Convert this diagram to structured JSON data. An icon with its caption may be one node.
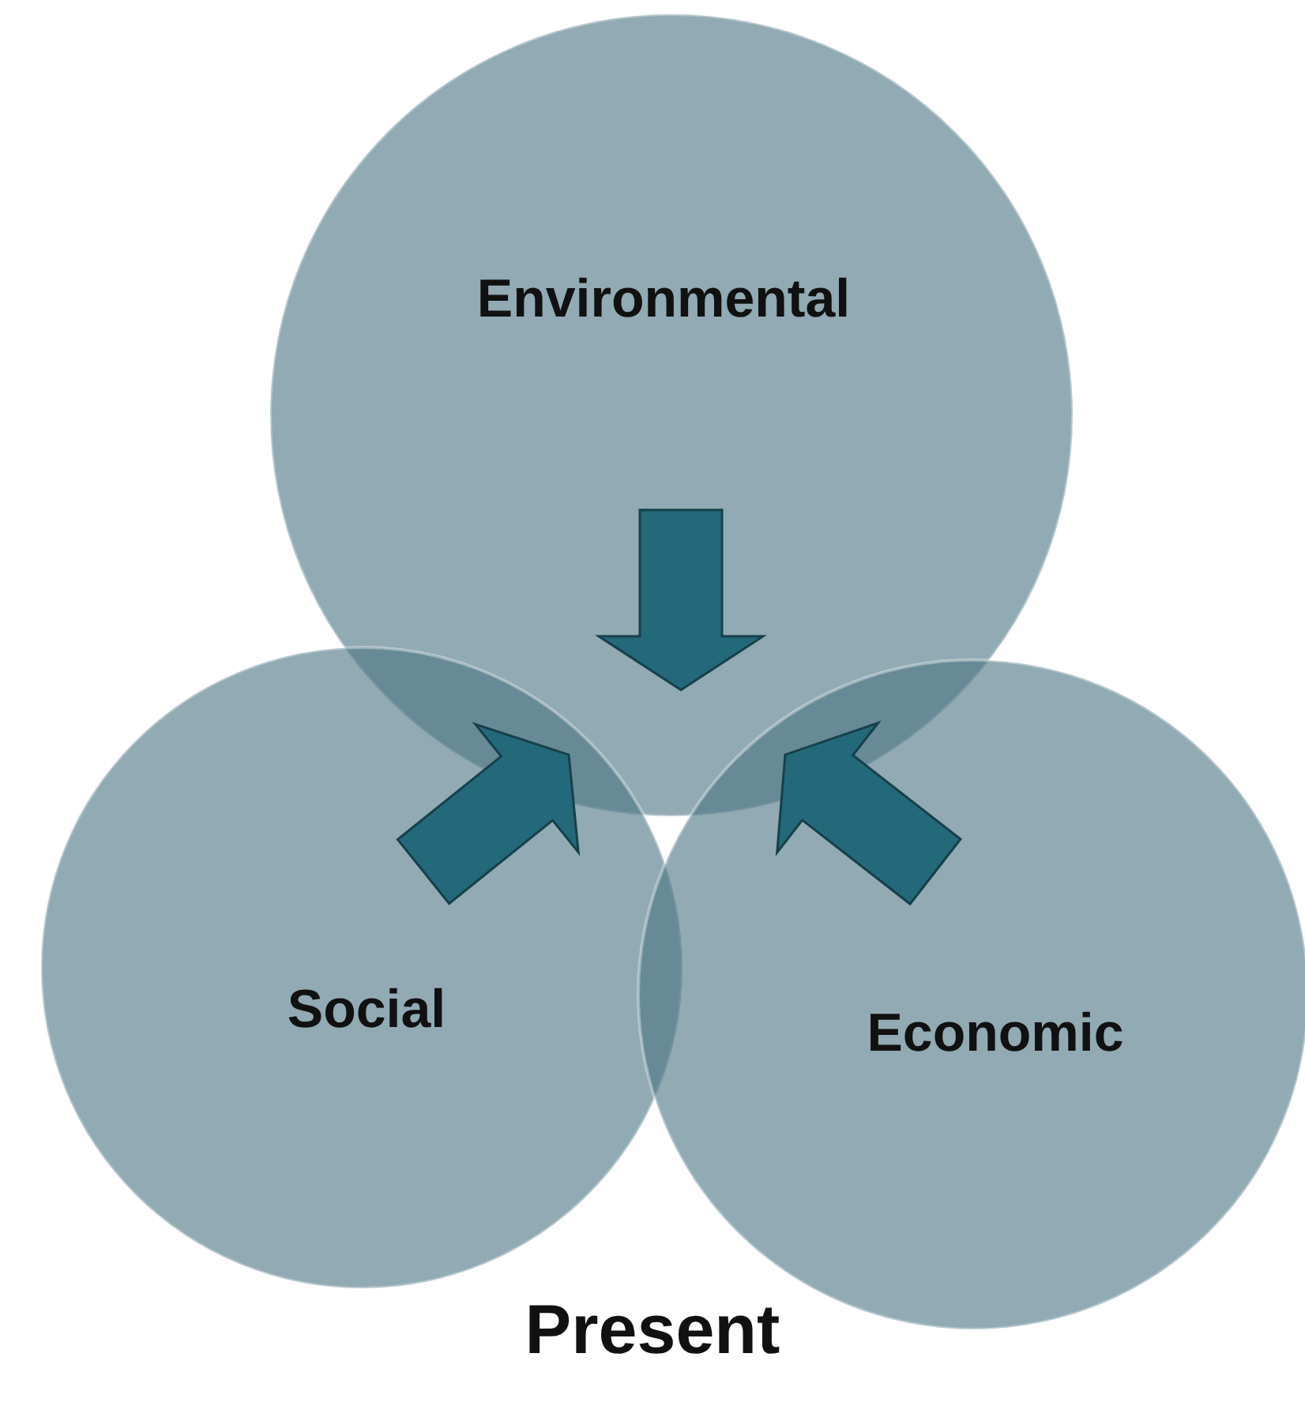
{
  "diagram": {
    "caption": "Present",
    "nodes": [
      {
        "text": [
          "Environmental"
        ]
      },
      {
        "text": [
          "Social"
        ]
      },
      {
        "text": [
          "Economic"
        ]
      }
    ],
    "edges": [
      {
        "from": 0,
        "to": 1,
        "arrow": "to"
      },
      {
        "from": 2,
        "to": 0,
        "arrow": "to"
      }
    ]
  }
}
